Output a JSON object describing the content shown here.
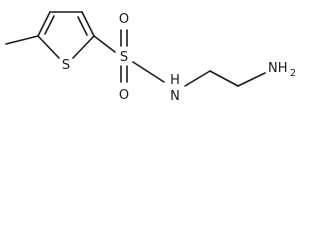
{
  "atoms": {
    "ring_sulfur": "S",
    "sulfonyl_sulfur": "S",
    "oxygen_top": "O",
    "oxygen_bottom": "O",
    "amide_nitrogen": "N",
    "amide_hydrogen": "H",
    "amine_group": "NH",
    "amine_subscript": "2"
  }
}
